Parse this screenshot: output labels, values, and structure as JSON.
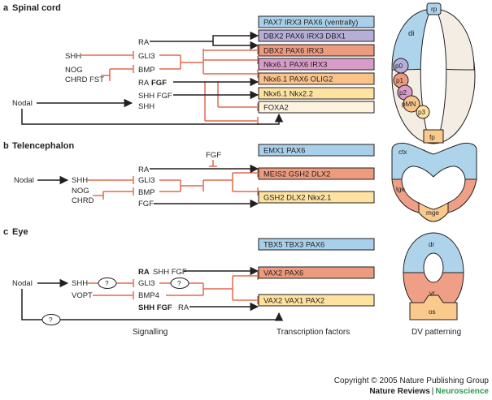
{
  "colors": {
    "red": "#e0694f",
    "black": "#231f20",
    "blue": "#a9d0ea",
    "purple": "#b5aed7",
    "salmon": "#ec9b7e",
    "pink": "#d79cc7",
    "orange": "#f9c38a",
    "yellow": "#fde2a0",
    "cream": "#fef3df",
    "tissue_blue": "#aed4ec",
    "tissue_salmon": "#ef9f85",
    "tissue_orange": "#f9ca8c",
    "tissue_body": "#f3ede4"
  },
  "sections": {
    "a": {
      "letter": "a",
      "title": "Spinal cord",
      "signals": {
        "shh": "SHH",
        "nog": "NOG",
        "chrd_fst": "CHRD FST",
        "nodal": "Nodal",
        "ra": "RA",
        "gli3": "GLI3",
        "bmp": "BMP",
        "ra2": "RA",
        "fgf": "FGF",
        "shh_fgf": "SHH FGF",
        "shh2": "SHH"
      },
      "boxes": [
        {
          "text": "PAX7 IRX3 PAX6 (ventrally)",
          "color": "#a9d0ea"
        },
        {
          "text": "DBX2 PAX6 IRX3 DBX1",
          "color": "#b5aed7"
        },
        {
          "text": "DBX2 PAX6 IRX3",
          "color": "#ec9b7e"
        },
        {
          "text": "Nkx6.1 PAX6 IRX3",
          "color": "#d79cc7"
        },
        {
          "text": "Nkx6.1 PAX6 OLIG2",
          "color": "#f9c38a"
        },
        {
          "text": "Nkx6.1 Nkx2.2",
          "color": "#fde2a0"
        },
        {
          "text": "FOXA2",
          "color": "#fef3df"
        }
      ],
      "regions": {
        "rp": "rp",
        "di": "di",
        "p0": "p0",
        "p1": "p1",
        "p2": "p2",
        "pmn": "pMN",
        "p3": "p3",
        "fp": "fp"
      }
    },
    "b": {
      "letter": "b",
      "title": "Telencephalon",
      "signals": {
        "fgf_top": "FGF",
        "ra": "RA",
        "nodal": "Nodal",
        "shh": "SHH",
        "gli3": "GLI3",
        "nog": "NOG",
        "chrd": "CHRD",
        "bmp": "BMP",
        "fgf": "FGF"
      },
      "boxes": [
        {
          "text": "EMX1 PAX6",
          "color": "#a9d0ea"
        },
        {
          "text": "MEIS2 GSH2 DLX2",
          "color": "#ec9b7e"
        },
        {
          "text": "GSH2 DLX2 Nkx2.1",
          "color": "#fde2a0"
        }
      ],
      "regions": {
        "ctx": "ctx",
        "lge": "lge",
        "mge": "mge"
      }
    },
    "c": {
      "letter": "c",
      "title": "Eye",
      "signals": {
        "ra": "RA",
        "shh_fgf_top": "SHH FGF",
        "nodal": "Nodal",
        "shh": "SHH",
        "q1": "?",
        "gli3": "GLI3",
        "q2": "?",
        "vopt": "VOPT",
        "bmp4": "BMP4",
        "shh_fgf_bold": "SHH FGF",
        "ra_end": "RA",
        "q3": "?"
      },
      "boxes": [
        {
          "text": "TBX5 TBX3 PAX6",
          "color": "#a9d0ea"
        },
        {
          "text": "VAX2 PAX6",
          "color": "#ec9b7e"
        },
        {
          "text": "VAX2 VAX1 PAX2",
          "color": "#fde2a0"
        }
      ],
      "regions": {
        "dr": "dr",
        "vr": "vr",
        "os": "os"
      }
    }
  },
  "footer": {
    "signalling": "Signalling",
    "transcription": "Transcription factors",
    "dv": "DV patterning",
    "copyright": "Copyright © 2005 Nature Publishing Group",
    "journal": "Nature Reviews",
    "separator": "|",
    "subjournal": "Neuroscience"
  }
}
